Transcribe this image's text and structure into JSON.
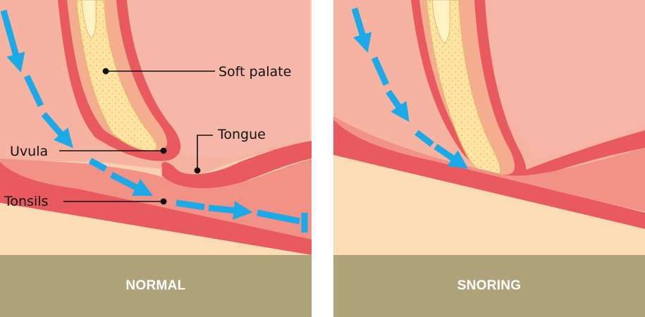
{
  "panels": [
    {
      "caption": "NORMAL",
      "labels": {
        "soft_palate": "Soft palate",
        "tongue": "Tongue",
        "uvula": "Uvula",
        "tonsils": "Tonsils"
      }
    },
    {
      "caption": "SNORING"
    }
  ],
  "colors": {
    "caption_bg": "#aea27b",
    "skin_light": "#fbdcb4",
    "tissue_red": "#e85a5f",
    "pink_light": "#f7b3a2",
    "pink_mid": "#f29186",
    "bone": "#fde4a1",
    "airflow_arrow": "#1ba9e8"
  }
}
